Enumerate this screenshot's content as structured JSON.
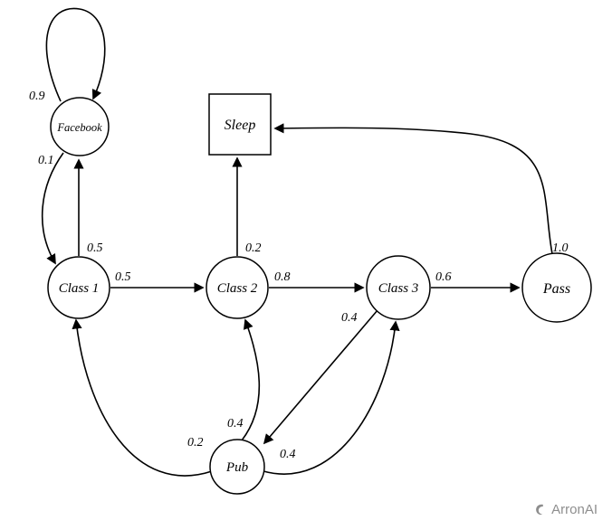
{
  "nodes": {
    "facebook": {
      "label": "Facebook"
    },
    "class1": {
      "label": "Class 1"
    },
    "class2": {
      "label": "Class 2"
    },
    "class3": {
      "label": "Class 3"
    },
    "pass": {
      "label": "Pass"
    },
    "sleep": {
      "label": "Sleep"
    },
    "pub": {
      "label": "Pub"
    }
  },
  "edges": {
    "facebook_facebook": {
      "from": "Facebook",
      "to": "Facebook",
      "prob": "0.9"
    },
    "facebook_class1": {
      "from": "Facebook",
      "to": "Class 1",
      "prob": "0.1"
    },
    "class1_facebook": {
      "from": "Class 1",
      "to": "Facebook",
      "prob": "0.5"
    },
    "class1_class2": {
      "from": "Class 1",
      "to": "Class 2",
      "prob": "0.5"
    },
    "class2_sleep": {
      "from": "Class 2",
      "to": "Sleep",
      "prob": "0.2"
    },
    "class2_class3": {
      "from": "Class 2",
      "to": "Class 3",
      "prob": "0.8"
    },
    "class3_pass": {
      "from": "Class 3",
      "to": "Pass",
      "prob": "0.6"
    },
    "class3_pub": {
      "from": "Class 3",
      "to": "Pub",
      "prob": "0.4"
    },
    "pass_sleep": {
      "from": "Pass",
      "to": "Sleep",
      "prob": "1.0"
    },
    "pub_class1": {
      "from": "Pub",
      "to": "Class 1",
      "prob": "0.2"
    },
    "pub_class2": {
      "from": "Pub",
      "to": "Class 2",
      "prob": "0.4"
    },
    "pub_class3": {
      "from": "Pub",
      "to": "Class 3",
      "prob": "0.4"
    }
  },
  "watermark": {
    "text": "ArronAI"
  },
  "colors": {
    "ink": "#000000",
    "background": "#ffffff",
    "watermark": "#8e8e8e"
  }
}
